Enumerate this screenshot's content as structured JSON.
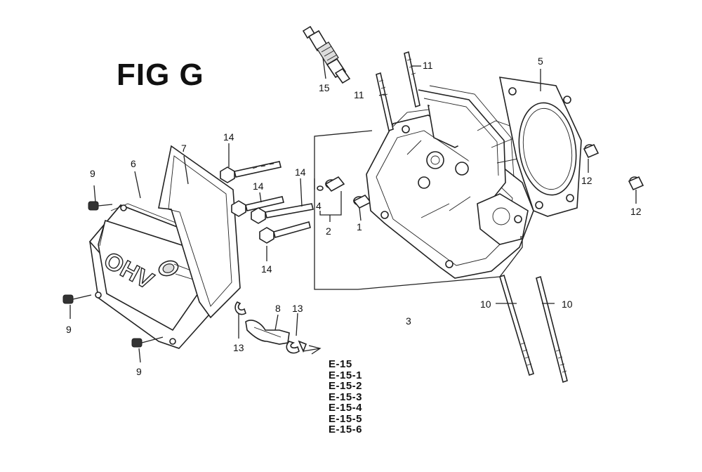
{
  "figure": {
    "title": "FIG G"
  },
  "callouts": {
    "c1": "1",
    "c2": "2",
    "c3": "3",
    "c4": "4",
    "c5": "5",
    "c6": "6",
    "c7": "7",
    "c8": "8",
    "c9a": "9",
    "c9b": "9",
    "c9c": "9",
    "c10a": "10",
    "c10b": "10",
    "c11a": "11",
    "c11b": "11",
    "c12a": "12",
    "c12b": "12",
    "c13a": "13",
    "c13b": "13",
    "c14a": "14",
    "c14b": "14",
    "c14c": "14",
    "c14d": "14",
    "c15": "15"
  },
  "cover_lettering": "OHV",
  "references": [
    "E-15",
    "E-15-1",
    "E-15-2",
    "E-15-3",
    "E-15-4",
    "E-15-5",
    "E-15-6"
  ]
}
